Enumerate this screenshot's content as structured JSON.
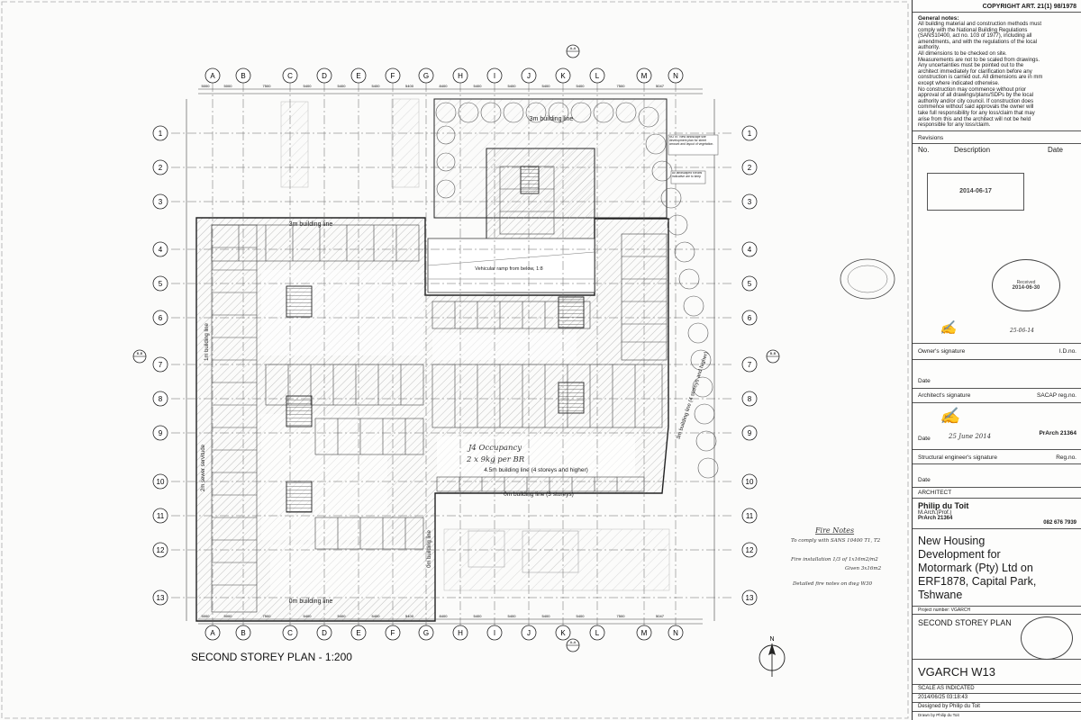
{
  "plan": {
    "title": "SECOND STOREY PLAN - 1:200",
    "north_label": "N",
    "grid_columns": [
      "A",
      "B",
      "C",
      "D",
      "E",
      "F",
      "G",
      "H",
      "I",
      "J",
      "K",
      "L",
      "M",
      "N"
    ],
    "grid_rows": [
      "1",
      "2",
      "3",
      "4",
      "5",
      "6",
      "7",
      "8",
      "9",
      "10",
      "11",
      "12",
      "13"
    ],
    "dim_top": [
      "5000",
      "5000",
      "7500",
      "5400",
      "5400",
      "5400",
      "5400",
      "8400",
      "5400",
      "5400",
      "5400",
      "5400",
      "7500",
      "5047"
    ],
    "dim_bottom": [
      "5000",
      "5000",
      "7500",
      "5400",
      "5400",
      "5400",
      "5400",
      "8400",
      "5400",
      "5400",
      "5400",
      "5400",
      "7500",
      "5047"
    ],
    "section_mark_top": "A-A",
    "section_mark_side": "B-B",
    "notes": {
      "building_line_top": "3m building line",
      "building_line_left_upper": "3m building line",
      "building_line_left": "1m building line",
      "servitude": "2m sewer servitude",
      "ramp": "Vehicular ramp from below, 1:8",
      "building_line_45": "4.5m building line (4 storeys and higher)",
      "building_line_0_3": "0m building line (3 storeys)",
      "building_line_0": "0m building line",
      "building_line_0_vert": "0m building line",
      "east_line": "3m building line (4 storeys and higher)",
      "occupancy": "J4 Occupancy",
      "occupancy_load": "2 x 9kg per BR",
      "landscape_note": "NOTE: New landscape site development plan for street amount and layout of vegetation.",
      "vegetation_note": "All landscaped shrubs indicative are to keep",
      "fire_title": "Fire Notes",
      "fire_line1": "To comply with SANS 10400 T1, T2",
      "fire_line2": "Fire installation 1/3 of 1x16m2/m2",
      "fire_line3": "Given 3x16m2",
      "fire_line4": "Detailed fire notes on dwg W30"
    }
  },
  "titleblock": {
    "copyright": "COPYRIGHT ART. 21(1) 98/1978",
    "general_notes_title": "General notes:",
    "general_notes": [
      "All building material and construction methods must",
      "comply with the National Building Regulations",
      "(SANS10400, act no. 103 of 1977), including all",
      "amendments, and with the regulations of the local",
      "authority.",
      "All dimensions to be checked on site.",
      "Measurements are not to be scaled from drawings.",
      "Any uncertainties must be pointed out to the",
      "architect immediately for clarification before any",
      "construction is carried out. All dimensions are in mm",
      "except where indicated otherwise.",
      "No construction may commence without prior",
      "approval of all drawings/plans/SDPs by the local",
      "authority and/or city council. If construction does",
      "commence without said approvals the owner will",
      "take full responsibility for any loss/claim that may",
      "arise from this and the architect will not be held",
      "responsible for any loss/claim."
    ],
    "revisions_label": "Revisions",
    "rev_col_no": "No.",
    "rev_col_desc": "Description",
    "rev_col_date": "Date",
    "stamp_date": "2014-06-17",
    "received_date": "2014-06-30",
    "received_label": "Received",
    "owner_sig_label": "Owner's signature",
    "owner_id_label": "I.D.no.",
    "owner_date": "25-06-14",
    "architect_sig_label": "Architect's signature",
    "sacap_label": "SACAP reg.no.",
    "sacap_no": "PrArch 21364",
    "architect_sign_date": "25 June 2014",
    "date_label": "Date",
    "structural_label": "Structural engineer's signature",
    "reg_label": "Reg.no.",
    "architect_label": "ARCHITECT",
    "architect_name": "Philip du Toit",
    "architect_qual": "M.Arch.(Prof.)",
    "architect_reg": "PrArch 21364",
    "architect_phone": "082 676 7939",
    "project_title": "New Housing Development for Motormark (Pty) Ltd on ERF1878, Capital Park, Tshwane",
    "project_number_label": "Project number: VGARCH",
    "drawing_title": "SECOND STOREY PLAN",
    "drawing_number": "VGARCH W13",
    "scale": "SCALE AS INDICATED",
    "datetime": "2014/06/25 03:18:43",
    "designed_by": "Designed by Philip du Toit",
    "drawn_by": "Drawn by Philip du Toit"
  }
}
